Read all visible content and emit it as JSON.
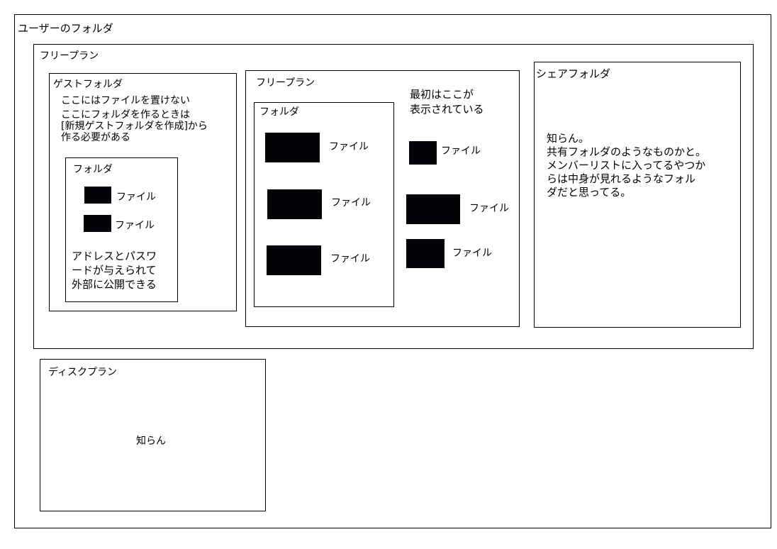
{
  "user_folder": {
    "title": "ユーザーのフォルダ"
  },
  "free_plan": {
    "title": "フリープラン",
    "guest_folder": {
      "title": "ゲストフォルダ",
      "note1": "ここにはファイルを置けない",
      "note2_lines": [
        "ここにフォルダを作るときは",
        "[新規ゲストフォルダを作成]から",
        "作る必要がある"
      ],
      "folder": {
        "title": "フォルダ",
        "files": [
          "ファイル",
          "ファイル"
        ],
        "note_lines": [
          "アドレスとパスワ",
          "ードが与えられて",
          "外部に公開できる"
        ]
      }
    },
    "free_plan_inner": {
      "title": "フリープラン",
      "folder": {
        "title": "フォルダ",
        "files": [
          "ファイル",
          "ファイル",
          "ファイル"
        ]
      },
      "note_lines": [
        "最初はここが",
        "表示されている"
      ],
      "files": [
        "ファイル",
        "ファイル",
        "ファイル"
      ]
    },
    "share_folder": {
      "title": "シェアフォルダ",
      "note_lines": [
        "知らん。",
        "共有フォルダのようなものかと。",
        "メンバーリストに入ってるやつか",
        "らは中身が見れるようなフォル",
        "ダだと思ってる。"
      ]
    }
  },
  "disk_plan": {
    "title": "ディスクプラン",
    "note": "知らん"
  }
}
